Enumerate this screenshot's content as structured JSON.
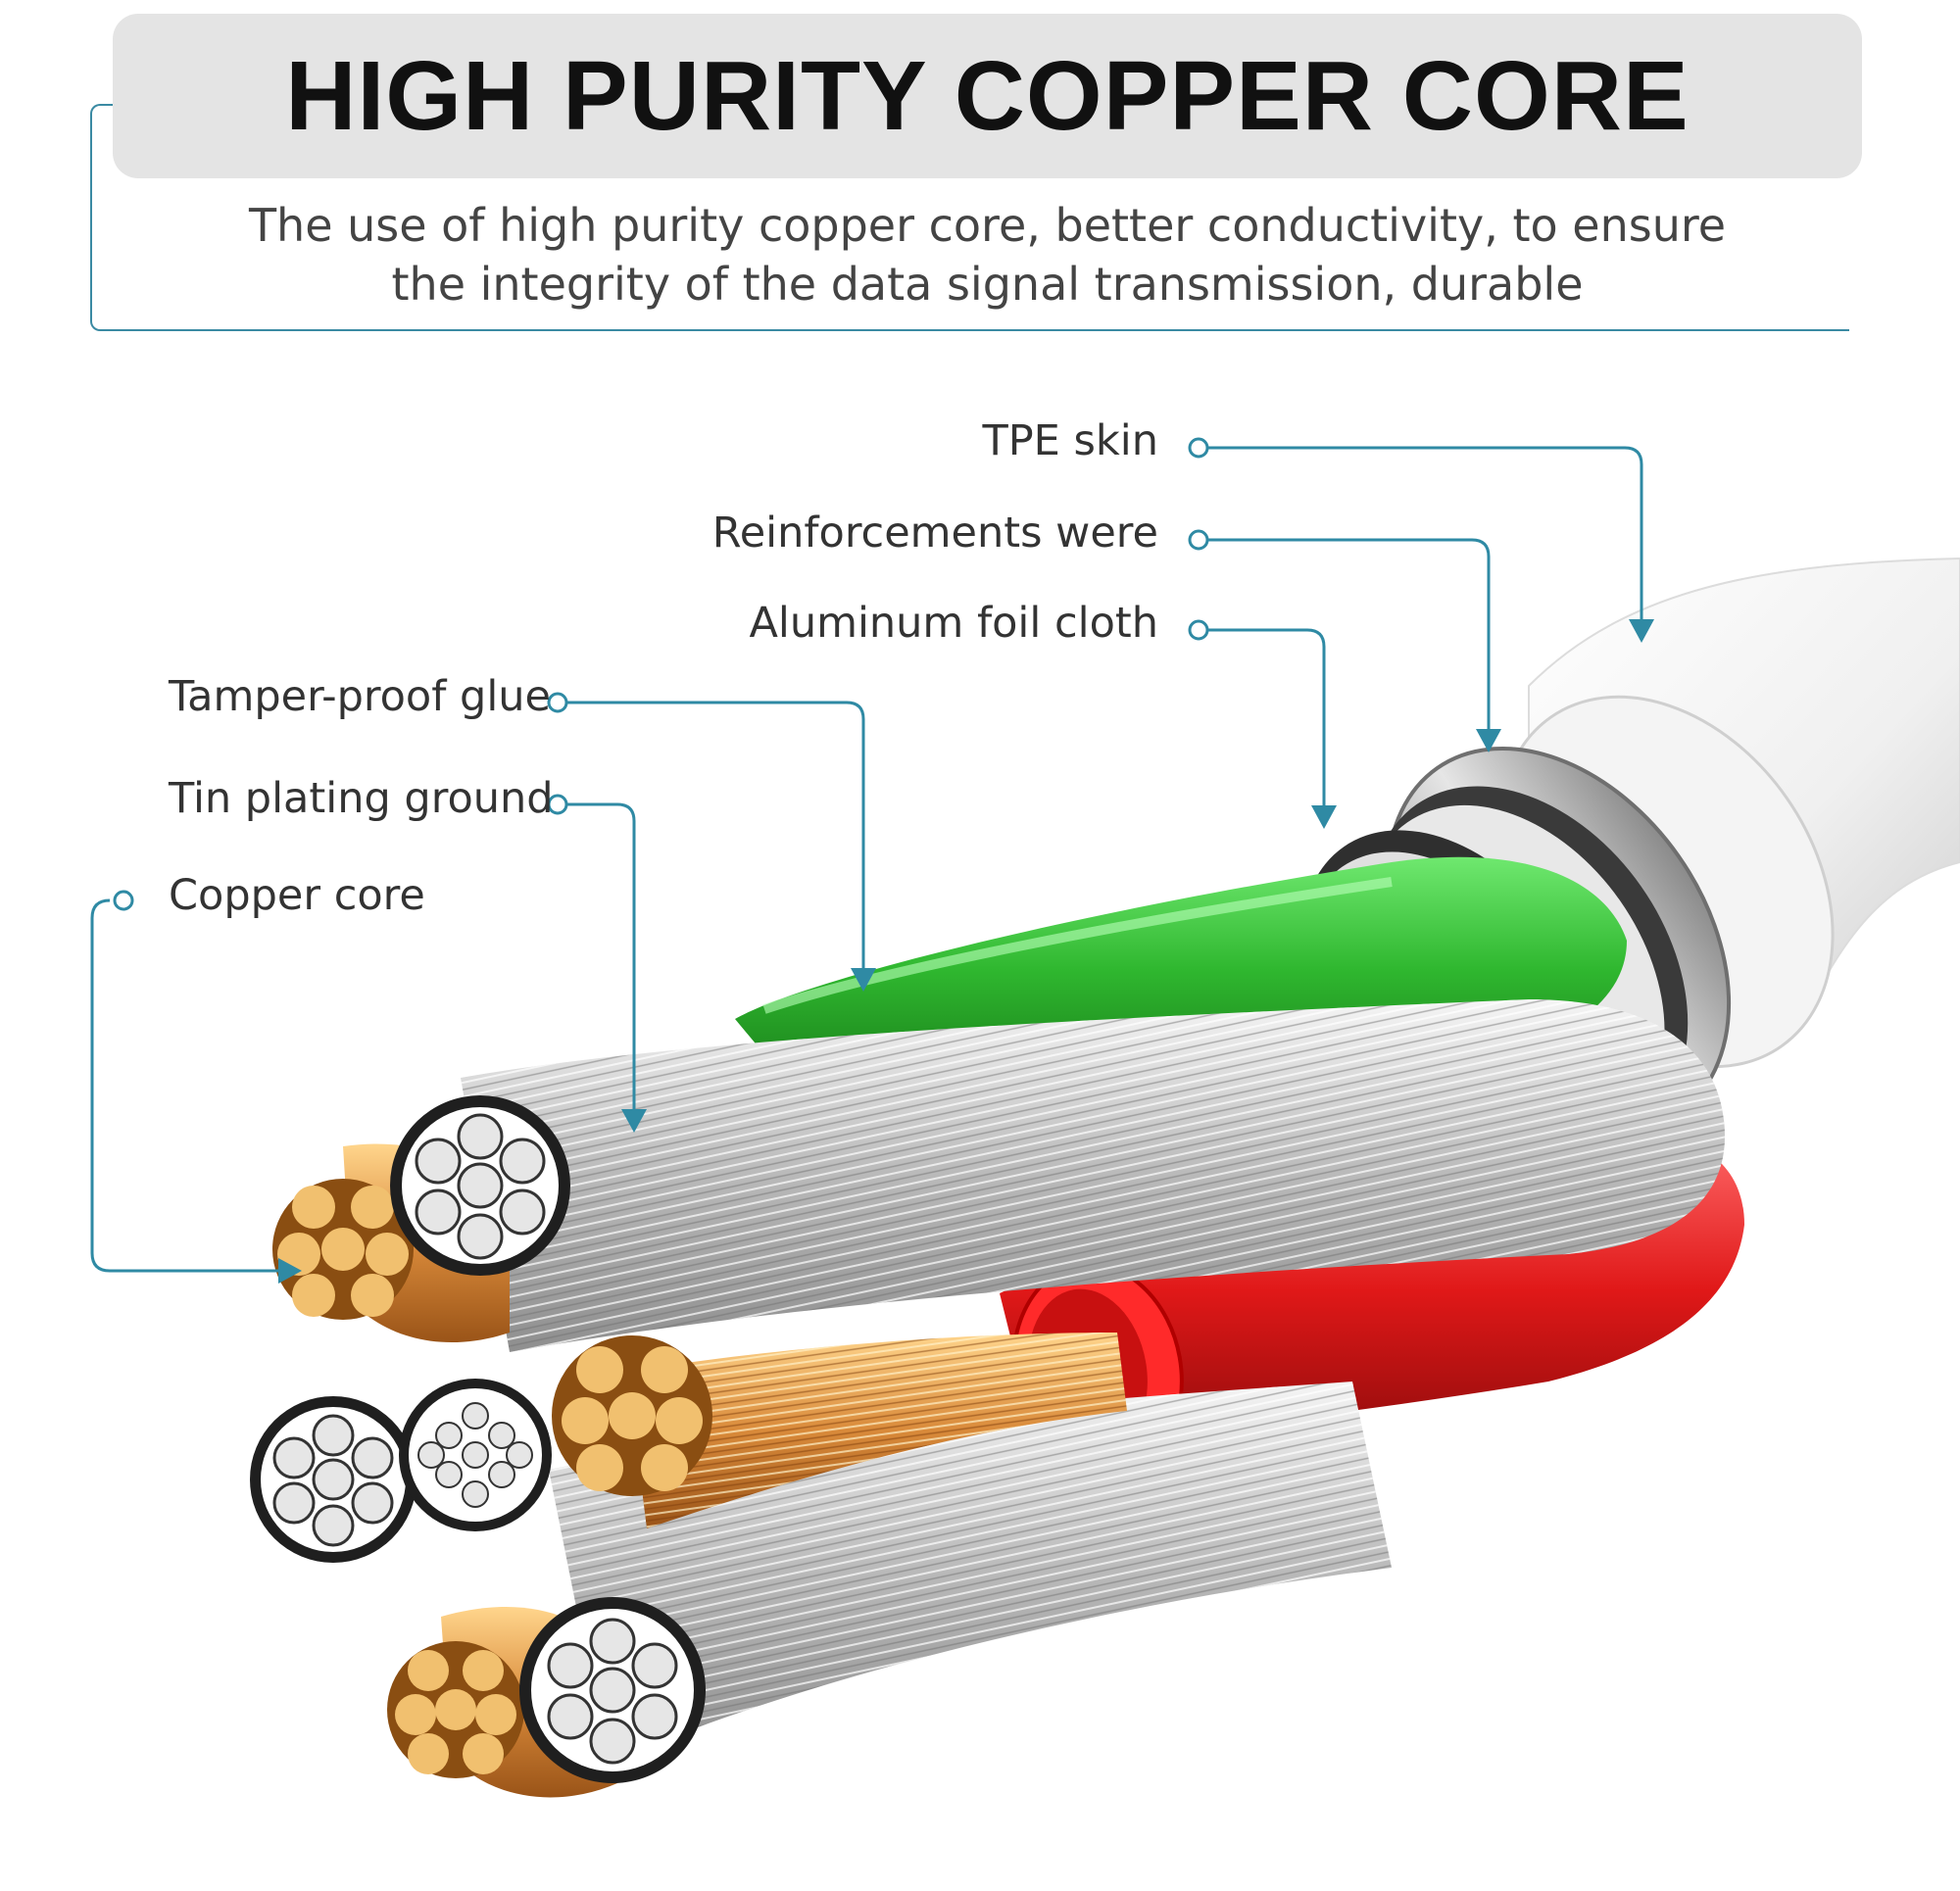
{
  "header": {
    "title": "HIGH PURITY COPPER CORE",
    "subtitle_line1": "The use of high purity copper core, better conductivity, to ensure",
    "subtitle_line2": "the integrity of the data signal transmission, durable"
  },
  "callouts": {
    "tpe_skin": "TPE skin",
    "reinforcements": "Reinforcements were",
    "aluminum_foil": "Aluminum foil cloth",
    "tamper_glue": "Tamper-proof glue",
    "tin_plating": "Tin plating ground",
    "copper_core": "Copper core"
  },
  "colors": {
    "accent_line": "#2f8aa4",
    "title_bar": "#e4e4e4",
    "copper": "#e8b36a",
    "green": "#3bc43b",
    "red": "#e12121",
    "silver": "#d6d6d6"
  }
}
